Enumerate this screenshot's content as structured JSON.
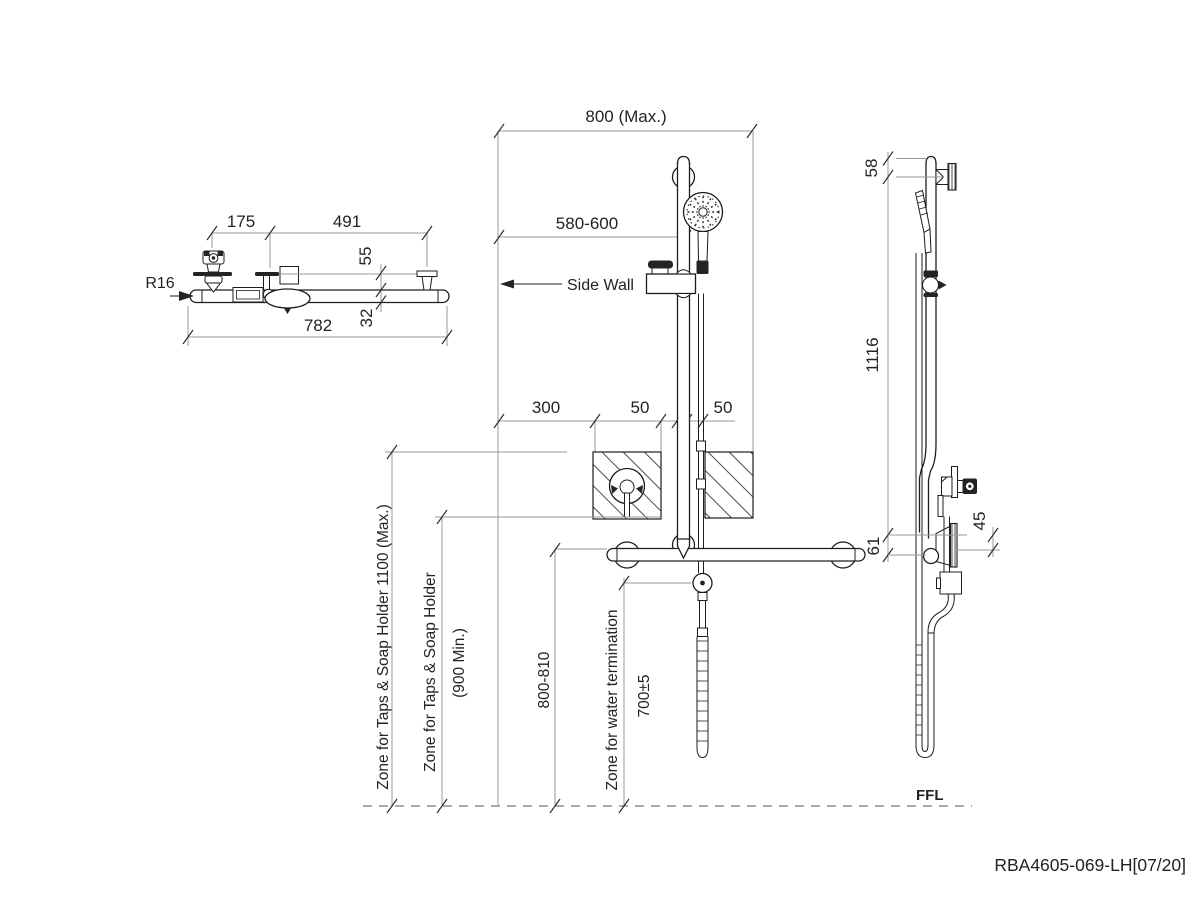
{
  "drawing": {
    "part_number": "RBA4605-069-LH[07/20]",
    "floor_label": "FFL",
    "plan_view": {
      "dim_tap_to_slider": "175",
      "dim_slider_to_wall_flange": "491",
      "dim_flange_offset": "55",
      "dim_rail_diameter": "32",
      "dim_overall_length": "782",
      "radius_callout": "R16"
    },
    "front_view": {
      "dim_width_max": "800 (Max.)",
      "dim_head_to_wall": "580-600",
      "side_wall_label": "Side Wall",
      "dim_wall_to_zone": "300",
      "dim_gap_left": "50",
      "dim_gap_right": "50",
      "zone_taps_max_label": "Zone for Taps & Soap Holder 1100 (Max.)",
      "zone_taps_label": "Zone for Taps & Soap Holder",
      "zone_taps_min_label": "(900 Min.)",
      "dim_grabrail_height": "800-810",
      "zone_water_label": "Zone for water termination",
      "dim_water_height": "700±5"
    },
    "side_view": {
      "dim_bracket_offset": "58",
      "dim_rail_length": "1116",
      "dim_rail_to_grabrail": "61",
      "dim_tap_offset": "45"
    }
  }
}
